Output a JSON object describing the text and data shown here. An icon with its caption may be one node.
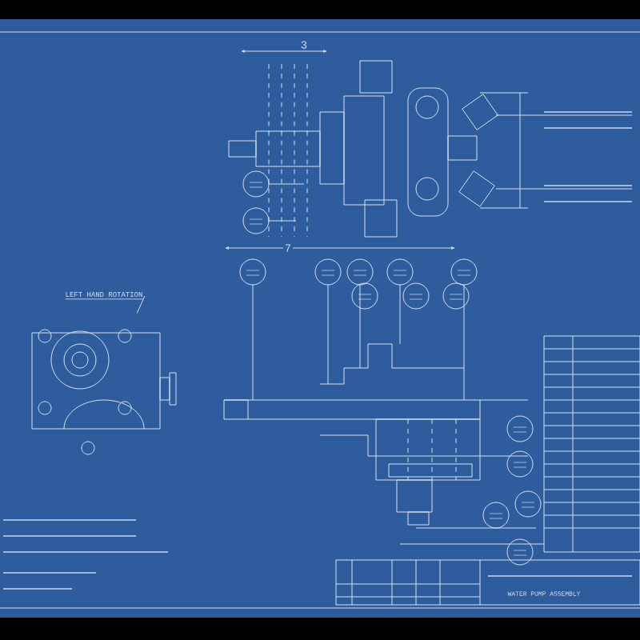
{
  "diagram": {
    "nodes": [
      {
        "text": [
          "LEFT HAND ROTATION"
        ]
      },
      {
        "text": [],
        "shape": "picture"
      }
    ],
    "edges": [
      {
        "from": 0,
        "to": 1,
        "arrow": "none"
      }
    ],
    "labels": [
      "3",
      "7",
      "WATER PUMP ASSEMBLY"
    ]
  }
}
